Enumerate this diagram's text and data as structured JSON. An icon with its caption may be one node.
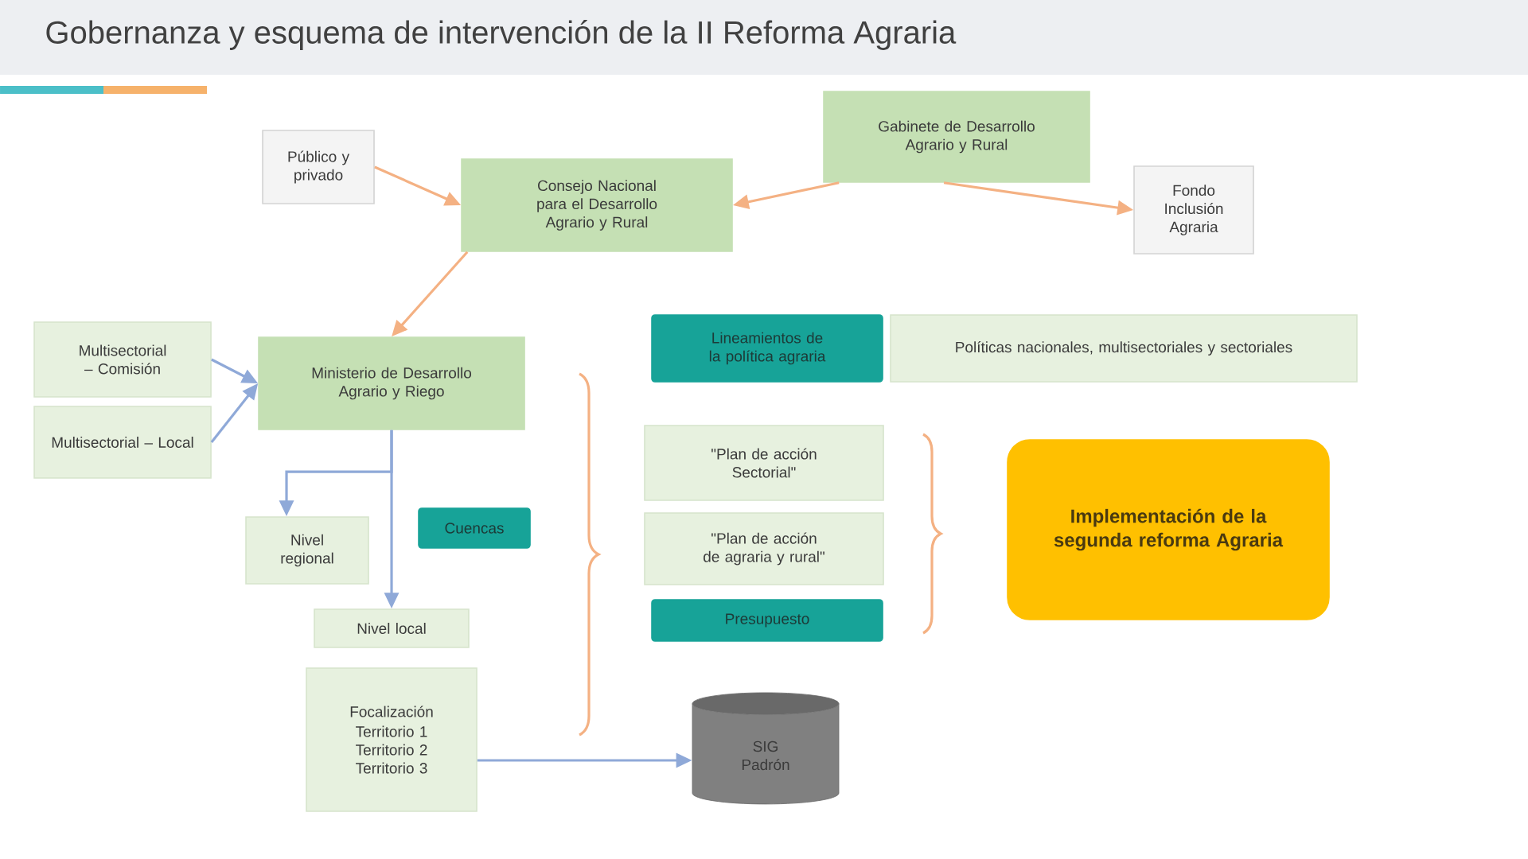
{
  "diagram": {
    "title": "Gobernanza y esquema de intervención de la II Reforma Agraria",
    "nodes": [
      {
        "text": [
          "Público y privado"
        ]
      },
      {
        "text": [
          "Consejo Nacional para el Desarrollo Agrario y Rural"
        ]
      },
      {
        "text": [
          "Gabinete de Desarrollo Agrario y Rural"
        ]
      },
      {
        "text": [
          "Fondo Inclusión Agraria"
        ]
      },
      {
        "text": [
          "Multisectorial – Comisión"
        ]
      },
      {
        "text": [
          "Multisectorial – Local"
        ]
      },
      {
        "text": [
          "Ministerio de Desarrollo Agrario y Riego"
        ]
      },
      {
        "text": [
          "Lineamientos de la política agraria"
        ]
      },
      {
        "text": [
          "Políticas nacionales, multisectoriales y sectoriales"
        ]
      },
      {
        "text": [
          "\"Plan de acción Sectorial\""
        ]
      },
      {
        "text": [
          "Nivel regional"
        ]
      },
      {
        "text": [
          "Cuencas"
        ]
      },
      {
        "text": [
          "\"Plan de acción de agraria y rural\""
        ]
      },
      {
        "text": [
          "Implementación de la segunda reforma Agraria"
        ]
      },
      {
        "text": [
          "Presupuesto"
        ]
      },
      {
        "text": [
          "Nivel local"
        ]
      },
      {
        "text": [
          "Focalización",
          "Territorio 1 Territorio 2 Territorio 3"
        ]
      },
      {
        "text": [
          "SIG Padrón"
        ]
      }
    ],
    "edges": [
      {
        "from": 0,
        "to": 1,
        "arrow": "to",
        "color": "#f4b183"
      },
      {
        "from": 2,
        "to": 1,
        "arrow": "to",
        "color": "#f4b183"
      },
      {
        "from": 2,
        "to": 3,
        "arrow": "to",
        "color": "#f4b183"
      },
      {
        "from": 1,
        "to": 6,
        "arrow": "to",
        "color": "#f4b183"
      },
      {
        "from": 4,
        "to": 6,
        "arrow": "to"
      },
      {
        "from": 5,
        "to": 6,
        "arrow": "to"
      },
      {
        "from": 6,
        "to": 10,
        "arrow": "to"
      },
      {
        "from": 6,
        "to": 15,
        "arrow": "to"
      },
      {
        "from": 16,
        "to": 17,
        "arrow": "to"
      }
    ]
  }
}
